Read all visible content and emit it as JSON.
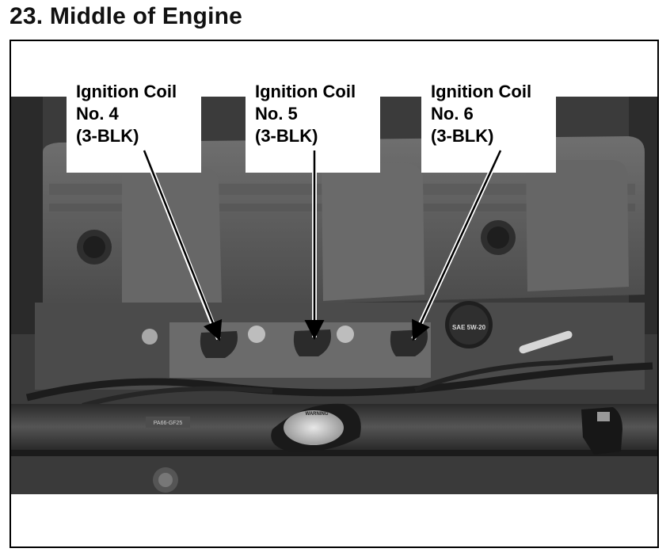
{
  "page": {
    "heading": "23. Middle of Engine"
  },
  "callouts": [
    {
      "line1": "Ignition Coil",
      "line2": "No. 4",
      "line3": "(3-BLK)"
    },
    {
      "line1": "Ignition Coil",
      "line2": "No. 5",
      "line3": "(3-BLK)"
    },
    {
      "line1": "Ignition Coil",
      "line2": "No. 6",
      "line3": "(3-BLK)"
    }
  ],
  "radiator_cap": {
    "top_text": "WARNING"
  },
  "oil_cap": {
    "text": "SAE 5W-20"
  },
  "hose_tag": {
    "text": "PA66-GF25"
  }
}
